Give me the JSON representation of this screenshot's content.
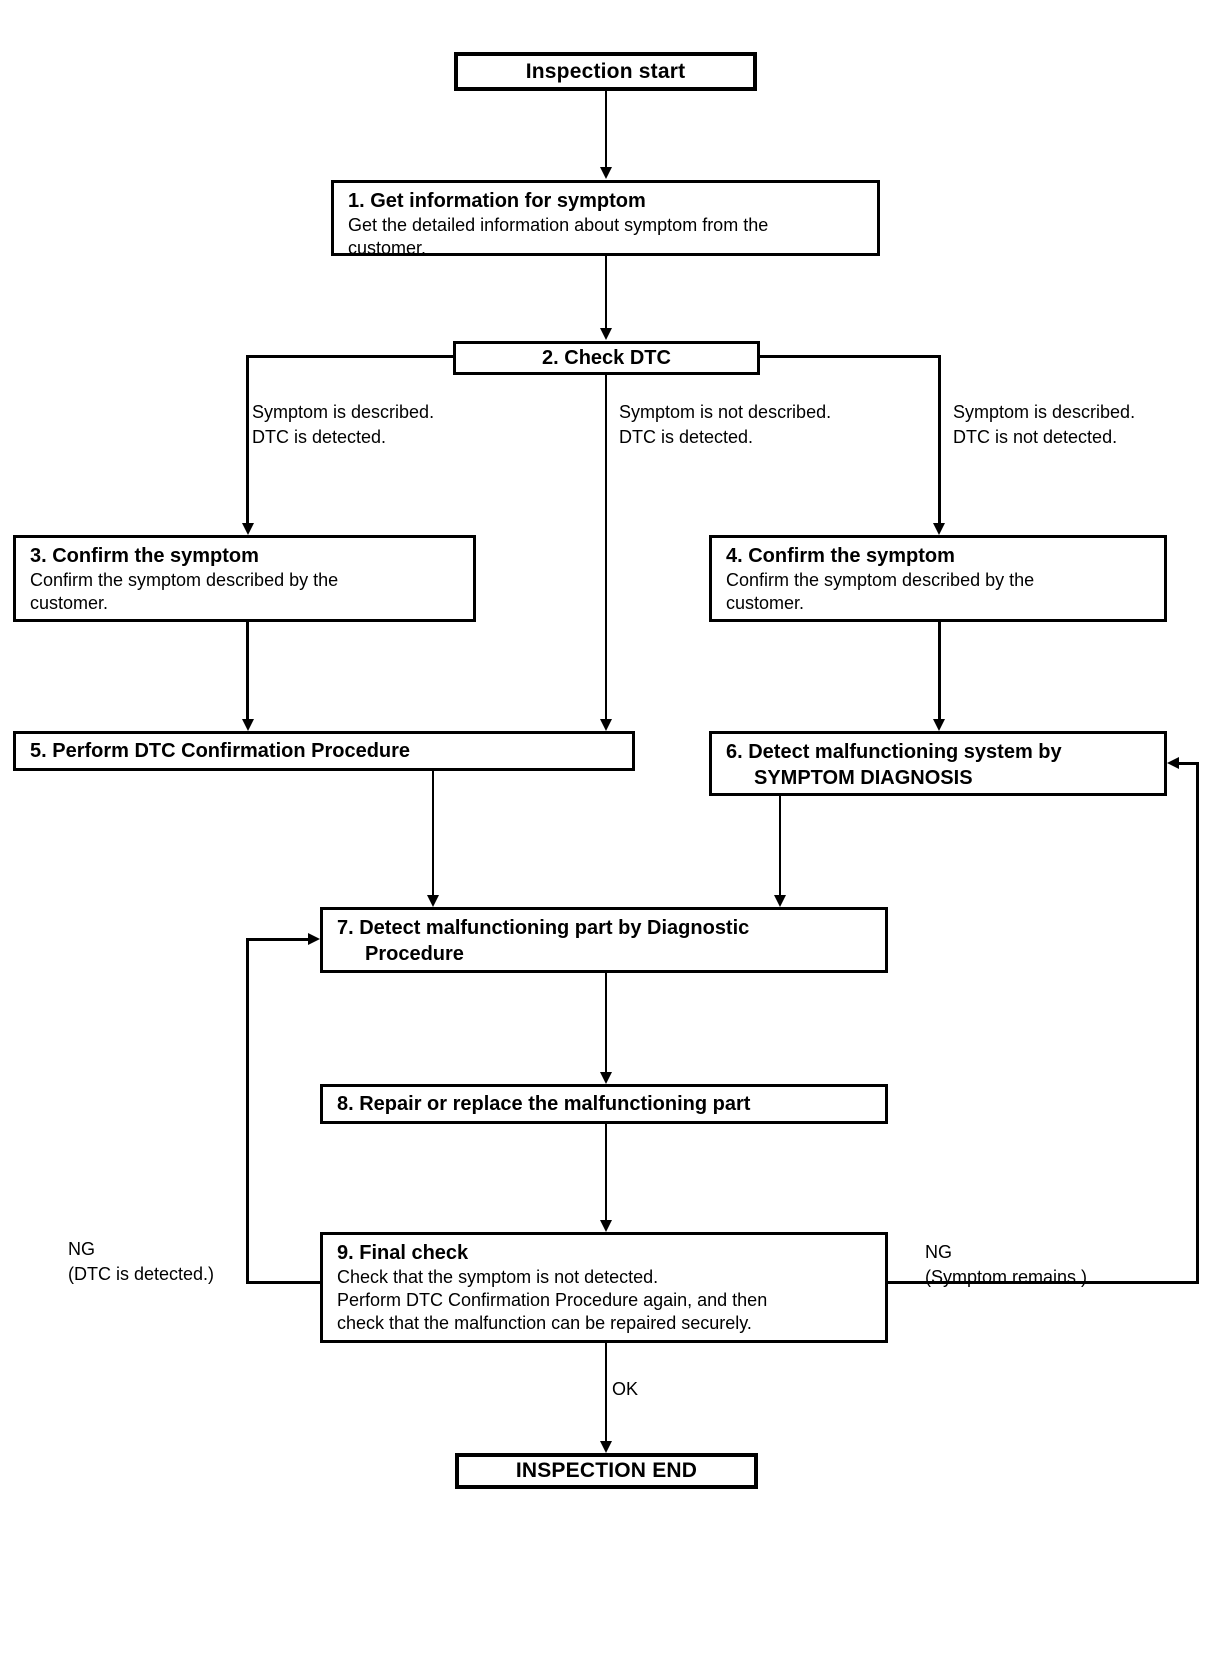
{
  "diagram": {
    "start": {
      "label": "Inspection start"
    },
    "end": {
      "label": "INSPECTION END"
    },
    "steps": {
      "s1": {
        "title": "1. Get information for symptom",
        "body": [
          "Get the detailed information about symptom from the",
          "customer."
        ]
      },
      "s2": {
        "title": "2. Check DTC"
      },
      "s3": {
        "title": "3. Confirm the symptom",
        "body": [
          "Confirm the symptom described by the",
          "customer."
        ]
      },
      "s4": {
        "title": "4. Confirm the symptom",
        "body": [
          "Confirm the symptom described by the",
          "customer."
        ]
      },
      "s5": {
        "title": "5. Perform DTC Confirmation Procedure"
      },
      "s6": {
        "title": "6. Detect malfunctioning system by",
        "title2": "SYMPTOM DIAGNOSIS"
      },
      "s7": {
        "title": "7. Detect malfunctioning part by Diagnostic",
        "title2": "Procedure"
      },
      "s8": {
        "title": "8. Repair or replace the malfunctioning part"
      },
      "s9": {
        "title": "9. Final check",
        "body": [
          "Check that the symptom is not detected.",
          "Perform DTC Confirmation Procedure again, and then",
          "check that the malfunction can be repaired securely."
        ]
      }
    },
    "branch_labels": {
      "left": [
        "Symptom is described.",
        "DTC is detected."
      ],
      "middle": [
        "Symptom is not described.",
        "DTC is detected."
      ],
      "right": [
        "Symptom is described.",
        "DTC is not detected."
      ]
    },
    "edge_labels": {
      "ng_left": [
        "NG",
        "(DTC is detected.)"
      ],
      "ng_right": [
        "NG",
        "(Symptom remains.)"
      ],
      "ok": "OK"
    },
    "colors": {
      "line": "#000000",
      "background": "#ffffff"
    }
  }
}
